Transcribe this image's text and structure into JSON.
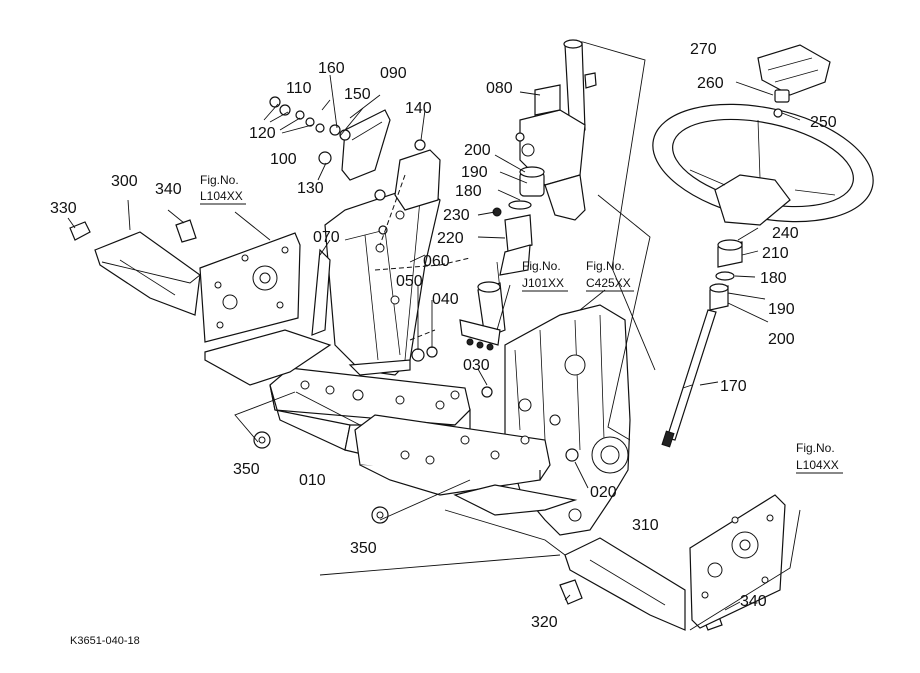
{
  "parts": [
    {
      "key": "p010",
      "label": "010"
    },
    {
      "key": "p020",
      "label": "020"
    },
    {
      "key": "p030",
      "label": "030"
    },
    {
      "key": "p040",
      "label": "040"
    },
    {
      "key": "p050",
      "label": "050"
    },
    {
      "key": "p060",
      "label": "060"
    },
    {
      "key": "p070",
      "label": "070"
    },
    {
      "key": "p080",
      "label": "080"
    },
    {
      "key": "p090",
      "label": "090"
    },
    {
      "key": "p100",
      "label": "100"
    },
    {
      "key": "p110",
      "label": "110"
    },
    {
      "key": "p120",
      "label": "120"
    },
    {
      "key": "p130",
      "label": "130"
    },
    {
      "key": "p140",
      "label": "140"
    },
    {
      "key": "p150",
      "label": "150"
    },
    {
      "key": "p160",
      "label": "160"
    },
    {
      "key": "p170",
      "label": "170"
    },
    {
      "key": "p180a",
      "label": "180"
    },
    {
      "key": "p180b",
      "label": "180"
    },
    {
      "key": "p190a",
      "label": "190"
    },
    {
      "key": "p190b",
      "label": "190"
    },
    {
      "key": "p200a",
      "label": "200"
    },
    {
      "key": "p200b",
      "label": "200"
    },
    {
      "key": "p210",
      "label": "210"
    },
    {
      "key": "p220",
      "label": "220"
    },
    {
      "key": "p230",
      "label": "230"
    },
    {
      "key": "p240",
      "label": "240"
    },
    {
      "key": "p250",
      "label": "250"
    },
    {
      "key": "p260",
      "label": "260"
    },
    {
      "key": "p270",
      "label": "270"
    },
    {
      "key": "p300",
      "label": "300"
    },
    {
      "key": "p310",
      "label": "310"
    },
    {
      "key": "p320",
      "label": "320"
    },
    {
      "key": "p330",
      "label": "330"
    },
    {
      "key": "p340a",
      "label": "340"
    },
    {
      "key": "p340b",
      "label": "340"
    },
    {
      "key": "p350a",
      "label": "350"
    },
    {
      "key": "p350b",
      "label": "350"
    }
  ],
  "fig_refs": [
    {
      "key": "fig1",
      "line1": "Fig.No.",
      "line2": "L104XX"
    },
    {
      "key": "fig2",
      "line1": "Fig.No.",
      "line2": "J101XX"
    },
    {
      "key": "fig3",
      "line1": "Fig.No.",
      "line2": "C425XX"
    },
    {
      "key": "fig4",
      "line1": "Fig.No.",
      "line2": "L104XX"
    }
  ],
  "drawing_code": "K3651-040-18"
}
